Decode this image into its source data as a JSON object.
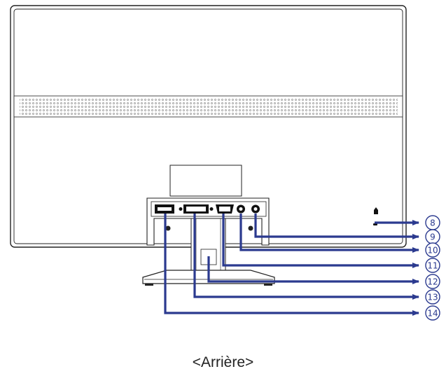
{
  "caption": "<Arrière>",
  "callouts": [
    {
      "number": "8"
    },
    {
      "number": "9"
    },
    {
      "number": "10"
    },
    {
      "number": "11"
    },
    {
      "number": "12"
    },
    {
      "number": "13"
    },
    {
      "number": "14"
    }
  ],
  "colors": {
    "outline": "#222222",
    "callout": "#2b3a8f"
  }
}
